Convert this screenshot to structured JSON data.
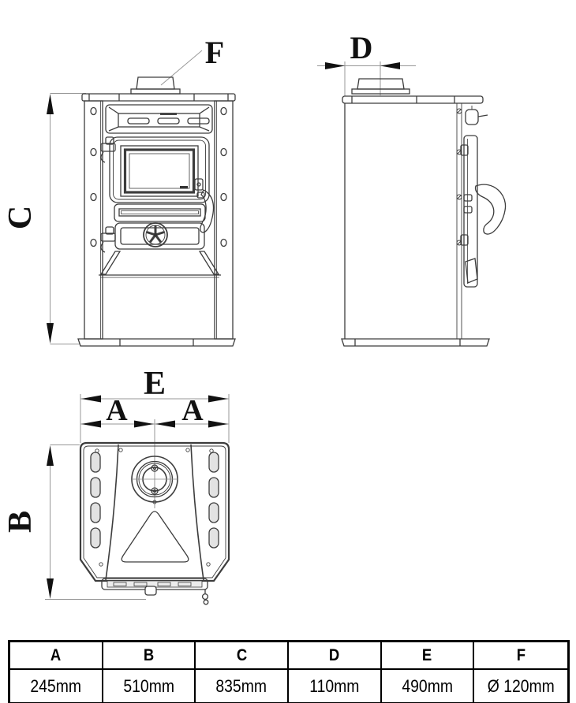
{
  "drawing": {
    "title": "stove-dimension-drawing",
    "labels": {
      "height_c": "C",
      "flue_f": "F",
      "depth_offset_d": "D",
      "top_width_e": "E",
      "half_width_a_left": "A",
      "half_width_a_right": "A",
      "top_depth_b": "B"
    },
    "colors": {
      "outline": "#3d3d3d",
      "dimension_line": "#979797",
      "arrow": "#111111"
    }
  },
  "table": {
    "headers": [
      "A",
      "B",
      "C",
      "D",
      "E",
      "F"
    ],
    "values": [
      "245mm",
      "510mm",
      "835mm",
      "110mm",
      "490mm",
      "Ø 120mm"
    ]
  }
}
